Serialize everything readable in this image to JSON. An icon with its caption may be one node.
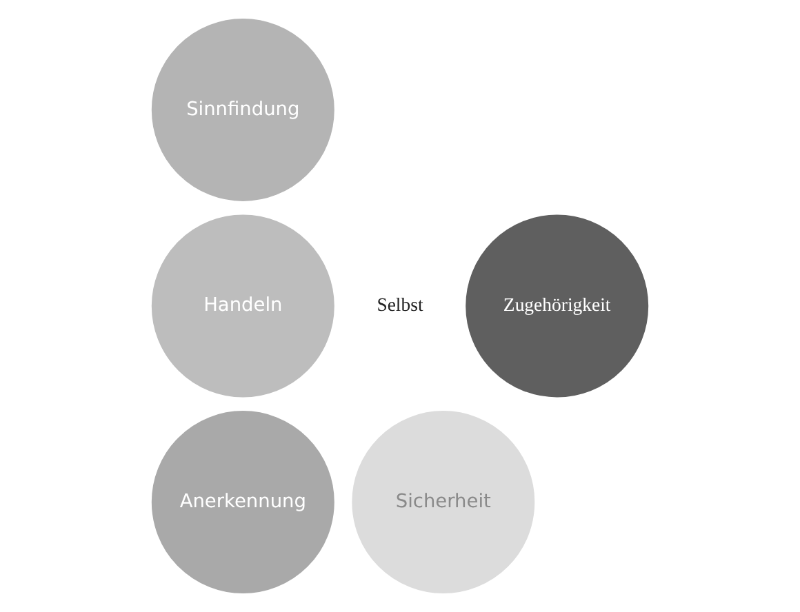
{
  "diagram": {
    "nodes": [
      {
        "text": [
          "Sinnfindung"
        ]
      },
      {
        "text": [
          "Handeln"
        ]
      },
      {
        "text": [
          "Selbst"
        ]
      },
      {
        "text": [
          "Zugehörigkeit"
        ]
      },
      {
        "text": [
          "Anerkennung"
        ]
      },
      {
        "text": [
          "Sicherheit"
        ]
      }
    ],
    "edges": []
  }
}
